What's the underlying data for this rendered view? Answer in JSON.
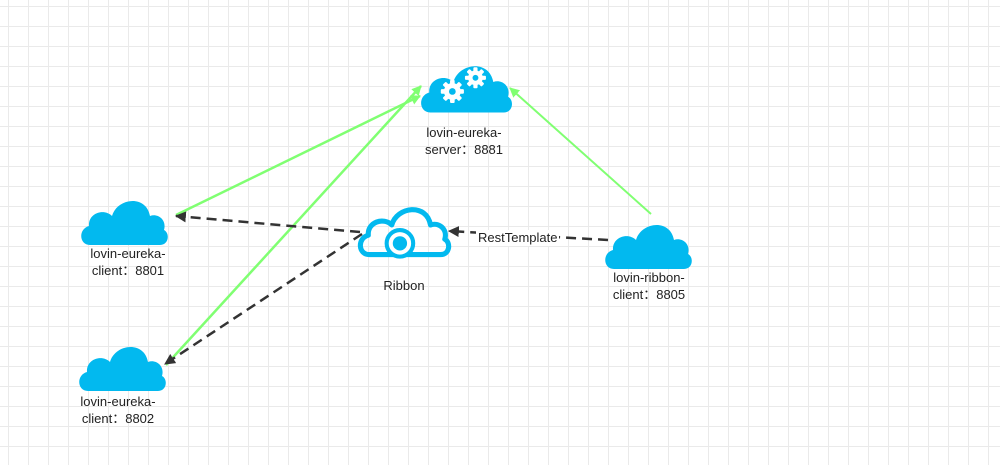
{
  "diagram": {
    "colors": {
      "cloud": "#02b9ef",
      "register_edge": "#80ff72",
      "call_edge": "#333333",
      "grid": "#eaeaea"
    },
    "nodes": {
      "server": {
        "icon": "gears-cloud-icon",
        "line1": "lovin-eureka-",
        "line2": "server：8881"
      },
      "ribbon": {
        "icon": "ribbon-cloud-icon",
        "label": "Ribbon"
      },
      "client1": {
        "icon": "cloud-icon",
        "line1": "lovin-eureka-",
        "line2": "client：8801"
      },
      "client2": {
        "icon": "cloud-icon",
        "line1": "lovin-eureka-",
        "line2": "client：8802"
      },
      "ribbon_client": {
        "icon": "cloud-icon",
        "line1": "lovin-ribbon-",
        "line2": "client：8805"
      }
    },
    "edges": {
      "rest_template": "RestTemplate"
    }
  }
}
